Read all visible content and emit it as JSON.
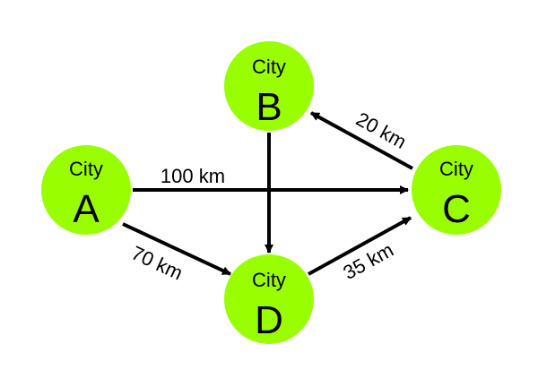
{
  "colors": {
    "node_fill": "#99ff00",
    "edge": "#000000"
  },
  "nodes": [
    {
      "id": "A",
      "caption": "City",
      "letter": "A"
    },
    {
      "id": "B",
      "caption": "City",
      "letter": "B"
    },
    {
      "id": "C",
      "caption": "City",
      "letter": "C"
    },
    {
      "id": "D",
      "caption": "City",
      "letter": "D"
    }
  ],
  "edges": [
    {
      "from": "A",
      "to": "C",
      "label": "100 km"
    },
    {
      "from": "A",
      "to": "D",
      "label": "70 km"
    },
    {
      "from": "C",
      "to": "B",
      "label": "20 km"
    },
    {
      "from": "D",
      "to": "C",
      "label": "35 km"
    },
    {
      "from": "B",
      "to": "D",
      "label": ""
    }
  ]
}
